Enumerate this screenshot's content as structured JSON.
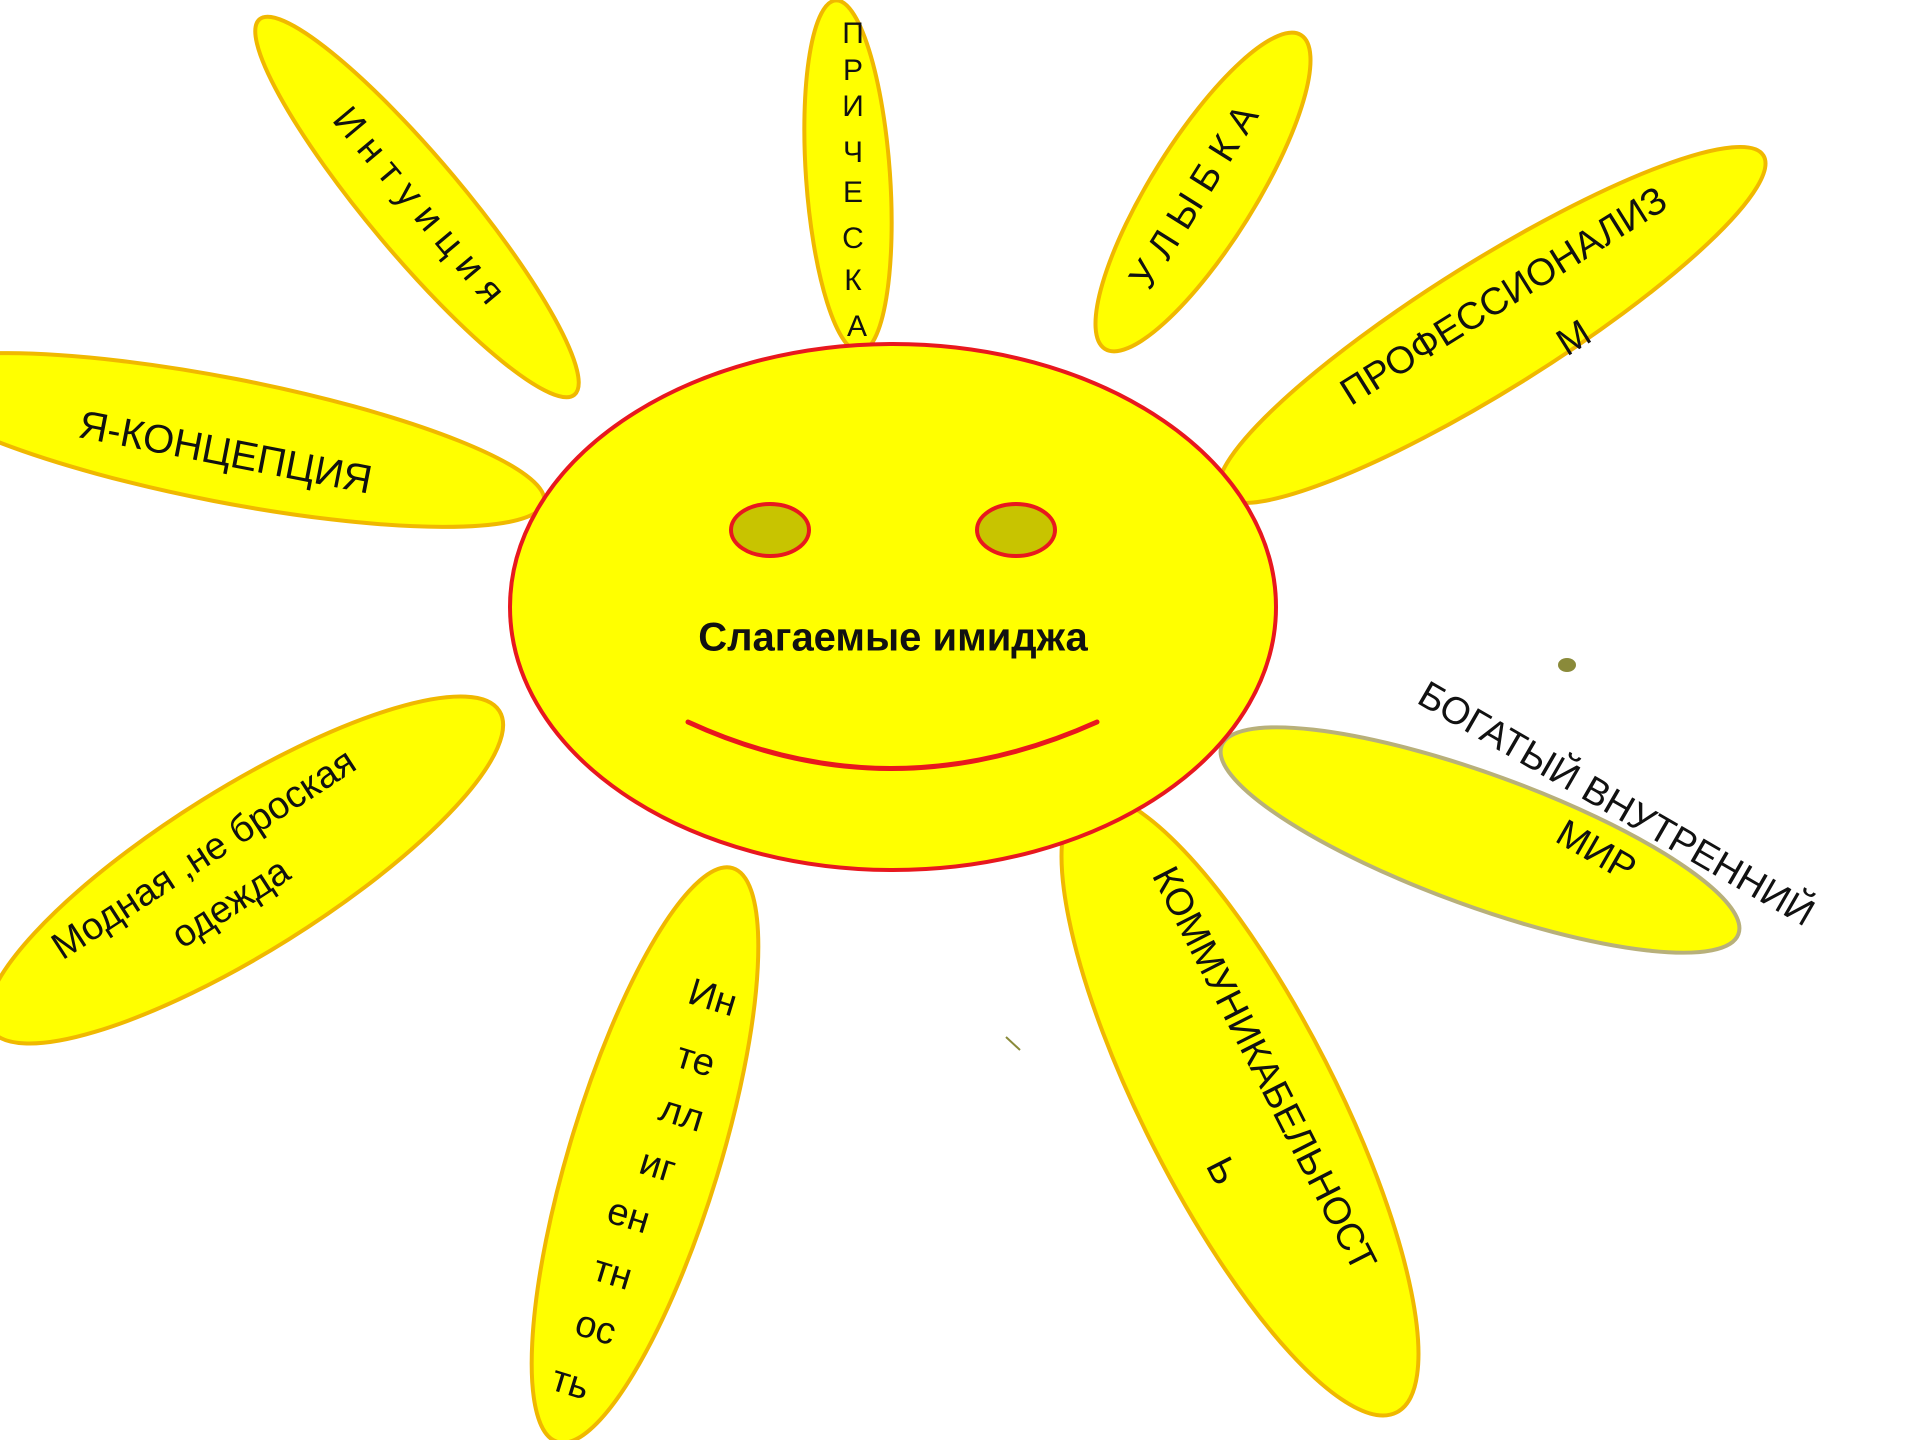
{
  "diagram": {
    "title": "Слагаемые имиджа",
    "colors": {
      "petal_fill": "#ffff00",
      "petal_outline": "#f0b800",
      "face_outline": "#e8181e",
      "eye_fill": "#c8c400"
    },
    "rays": [
      {
        "id": "intuition",
        "lines": [
          "И н т у и ц и я"
        ]
      },
      {
        "id": "hairstyle",
        "lines": [
          "П",
          "Р",
          "И",
          "Ч",
          "Е",
          "С",
          "К",
          "А"
        ]
      },
      {
        "id": "smile",
        "lines": [
          "У Л Ы Б К А"
        ]
      },
      {
        "id": "professionalism",
        "lines": [
          "ПРОФЕССИОНАЛИЗ",
          "М"
        ]
      },
      {
        "id": "inner-world",
        "lines": [
          "БОГАТЫЙ ВНУТРЕННИЙ",
          "МИР"
        ]
      },
      {
        "id": "sociability",
        "lines": [
          "КОММУНИКАБЕЛЬНОСТ",
          "Ь"
        ]
      },
      {
        "id": "intelligence",
        "lines": [
          "Ин",
          "те",
          "лл",
          "иг",
          "ен",
          "тн",
          "ос",
          "ть"
        ]
      },
      {
        "id": "clothing",
        "lines": [
          "Модная ,не броская",
          "одежда"
        ]
      },
      {
        "id": "self-concept",
        "lines": [
          "Я-КОНЦЕПЦИЯ"
        ]
      }
    ]
  }
}
